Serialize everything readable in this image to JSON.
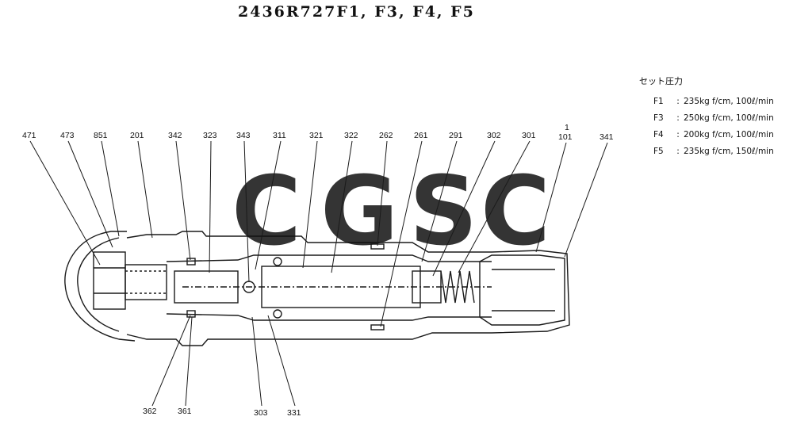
{
  "title": "2436R727F1, F3, F4, F5",
  "spec": {
    "heading": "セット圧力",
    "rows": [
      {
        "code": "F1",
        "sep": ":",
        "value": "235kg f/cm, 100ℓ/min"
      },
      {
        "code": "F3",
        "sep": ":",
        "value": "250kg f/cm, 100ℓ/min"
      },
      {
        "code": "F4",
        "sep": ":",
        "value": "200kg f/cm, 100ℓ/min"
      },
      {
        "code": "F5",
        "sep": ":",
        "value": "235kg f/cm, 150ℓ/min"
      }
    ]
  },
  "watermark": {
    "letters": [
      "C",
      "G",
      "S",
      "C"
    ],
    "colors": [
      "#7fb0ff",
      "#f58a80",
      "#ffd860",
      "#6fc89a"
    ]
  },
  "colors": {
    "line": "#1a1a1a",
    "background": "#ffffff"
  },
  "labels_top": [
    "471",
    "473",
    "851",
    "201",
    "342",
    "323",
    "343",
    "311",
    "321",
    "322",
    "262",
    "261",
    "291",
    "302",
    "301",
    "1",
    "101",
    "341"
  ],
  "labels_bottom": [
    "362",
    "361",
    "303",
    "331"
  ]
}
